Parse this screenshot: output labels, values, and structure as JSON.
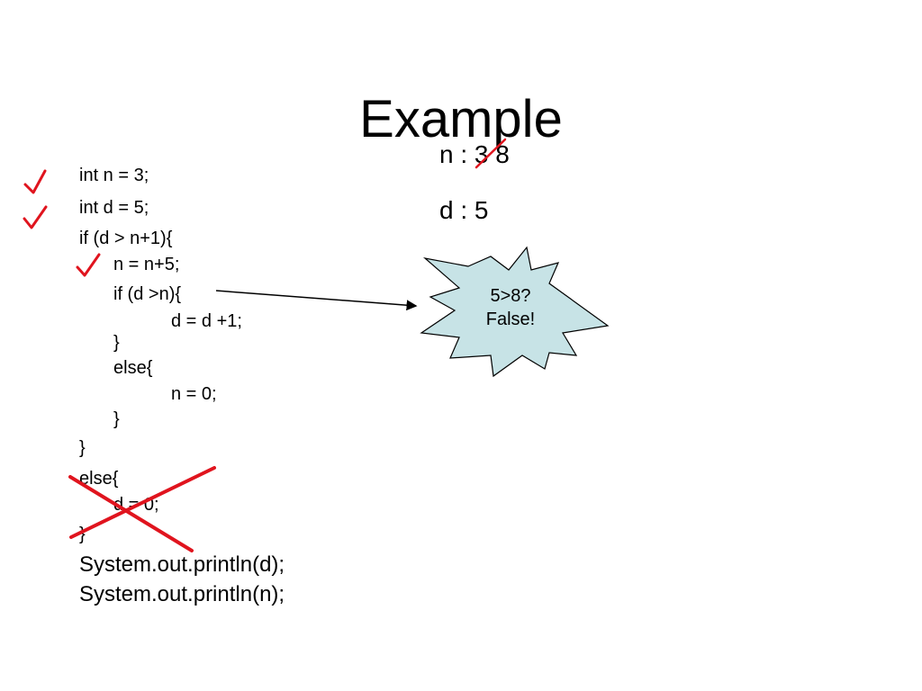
{
  "slide": {
    "title": "Example",
    "code_lines": [
      "int n = 3;",
      "int d = 5;",
      "if (d > n+1){",
      "n = n+5;",
      "if (d >n){",
      "d = d +1;",
      "}",
      "else{",
      "n = 0;",
      "}",
      "}",
      "else{",
      "d = 0;",
      "}",
      "System.out.println(d);",
      "System.out.println(n);"
    ],
    "variables": {
      "n_label": "n : ",
      "n_old": "3",
      "n_new": "8",
      "d_label": "d : 5"
    },
    "callout": {
      "line1": "5>8?",
      "line2": "False!"
    }
  },
  "colors": {
    "annotation_red": "#e0141e",
    "callout_fill": "#c7e3e6",
    "text": "#000000"
  }
}
